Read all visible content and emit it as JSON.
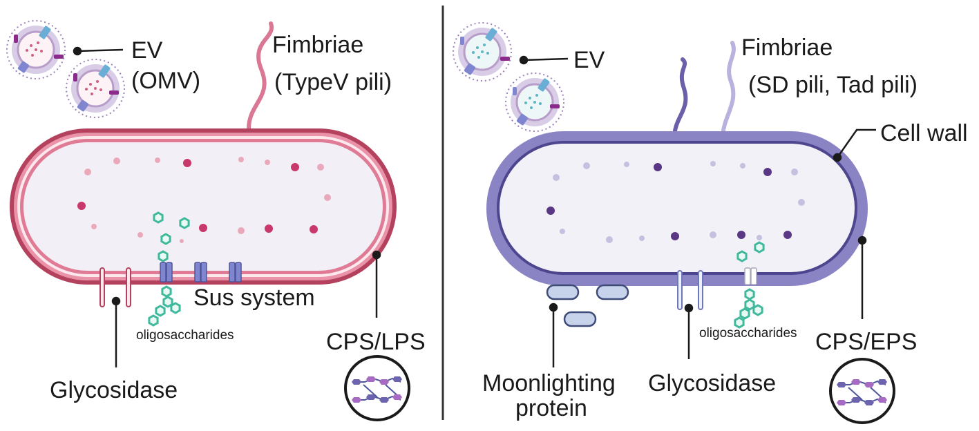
{
  "gram_negative": {
    "ev_label": "EV",
    "ev_sublabel": "(OMV)",
    "fimbriae_label": "Fimbriae",
    "fimbriae_sublabel": "(TypeV pili)",
    "sus_label": "Sus system",
    "oligo_label": "oligosaccharides",
    "glycosidase_label": "Glycosidase",
    "surface_label": "CPS/LPS",
    "colors": {
      "outer": "#b4425f",
      "inner": "#e07b96",
      "dots": "#c8386a",
      "hexagon": "#3fb89c",
      "transporter": "#7f86cf"
    }
  },
  "gram_positive": {
    "ev_label": "EV",
    "fimbriae_label": "Fimbriae",
    "fimbriae_sublabel": "(SD pili, Tad pili)",
    "cell_wall_label": "Cell wall",
    "moonlighting_label_line1": "Moonlighting",
    "moonlighting_label_line2": "protein",
    "glycosidase_label": "Glycosidase",
    "oligo_label": "oligosaccharides",
    "surface_label": "CPS/EPS",
    "colors": {
      "wall": "#8a84c4",
      "inner": "#4d468e",
      "dots": "#5a3784",
      "hexagon": "#3fb89c"
    }
  }
}
